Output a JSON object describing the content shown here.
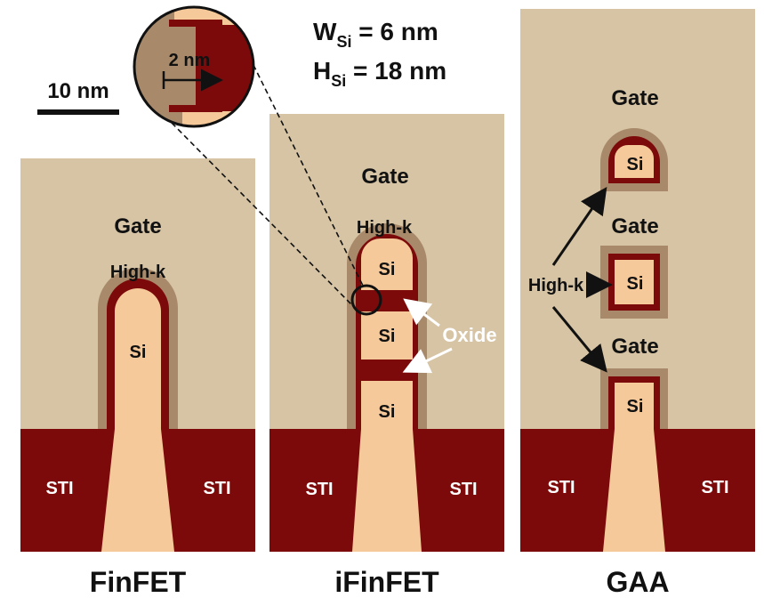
{
  "colors": {
    "gate": "#d6c4a4",
    "highk": "#a88a6a",
    "si": "#f6c99a",
    "oxide_sti": "#7c0a0a",
    "text_white": "#ffffff",
    "text_dark": "#111111"
  },
  "params": {
    "w_main": "W",
    "w_sub": "Si",
    "w_value": " = 6 nm",
    "h_main": "H",
    "h_sub": "Si",
    "h_value": " = 18 nm"
  },
  "scale_bar": "10 nm",
  "inset_label": "2 nm",
  "finfet": {
    "gate": "Gate",
    "highk": "High-k",
    "si": "Si",
    "sti_left": "STI",
    "sti_right": "STI",
    "caption": "FinFET"
  },
  "ifinfet": {
    "gate": "Gate",
    "highk": "High-k",
    "si_top": "Si",
    "si_mid": "Si",
    "si_bot": "Si",
    "oxide": "Oxide",
    "sti_left": "STI",
    "sti_right": "STI",
    "caption": "iFinFET"
  },
  "gaa": {
    "gate_top": "Gate",
    "gate_mid": "Gate",
    "gate_bot": "Gate",
    "highk": "High-k",
    "si_top": "Si",
    "si_mid": "Si",
    "si_bot": "Si",
    "sti_left": "STI",
    "sti_right": "STI",
    "caption": "GAA"
  }
}
